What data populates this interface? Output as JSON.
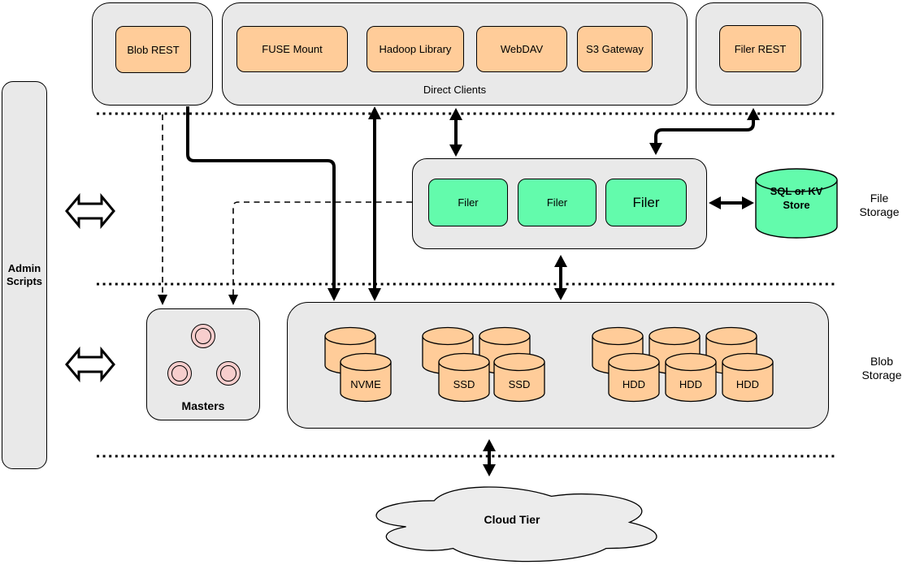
{
  "labels": {
    "admin_scripts": "Admin Scripts",
    "blob_rest": "Blob REST",
    "direct_clients": "Direct Clients",
    "clients": [
      "FUSE Mount",
      "Hadoop Library",
      "WebDAV",
      "S3 Gateway"
    ],
    "filer_rest": "Filer REST",
    "filers": [
      "Filer",
      "Filer",
      "Filer"
    ],
    "sql_store": "SQL or KV Store",
    "file_storage": "File Storage",
    "masters": "Masters",
    "volumes": {
      "nvme": "NVME",
      "ssd": [
        "SSD",
        "SSD"
      ],
      "hdd": [
        "HDD",
        "HDD",
        "HDD"
      ]
    },
    "blob_storage": "Blob Storage",
    "cloud_tier": "Cloud Tier"
  },
  "colors": {
    "container_gray": "#E9E9E9",
    "client_orange": "#FFCC99",
    "filer_green": "#63FBAC",
    "master_pink": "#F7CECD",
    "cloud_gray": "#ECECEC",
    "line_black": "#000000"
  }
}
